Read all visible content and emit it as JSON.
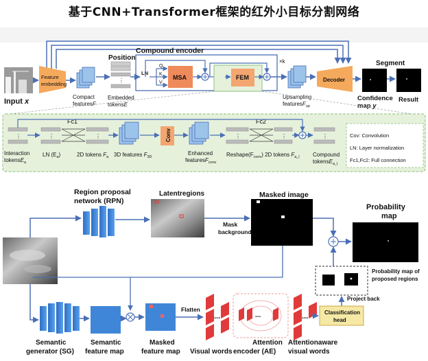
{
  "title": "基于CNN+Transformer框架的红外小目标分割网络",
  "top": {
    "input_label": "Input",
    "input_var": "x",
    "feature_embedding": [
      "Feature",
      "embedding"
    ],
    "compact_features": [
      "Compact",
      "features"
    ],
    "compact_var": "F",
    "position": "Position",
    "embedded_tokens": [
      "Embedded",
      "tokens"
    ],
    "embedded_var": "E",
    "compound_encoder": "Compound encoder",
    "ln1": "LN",
    "ln2": "LN",
    "qkv": [
      "Q",
      "K",
      "V"
    ],
    "msa": "MSA",
    "fem": "FEM",
    "xk": "×k",
    "upsampling": [
      "Upsampling",
      "features"
    ],
    "upsampling_var": "F",
    "upsampling_sub": "up",
    "decoder": "Decoder",
    "segment": "Segment",
    "confidence": [
      "Confidence",
      "map"
    ],
    "confidence_var": "y",
    "result": "Result"
  },
  "fem": {
    "interaction": [
      "Interaction",
      "tokens"
    ],
    "interaction_var": "E",
    "interaction_sub": "a",
    "fc1": "Fc1",
    "fc2": "Fc2",
    "ln": "LN (E",
    "ln_sub": "a",
    "ln_end": ")",
    "tokens2d": "2D tokens",
    "tokens2d_var": "F",
    "tokens2d_sub": "a",
    "features3d": "3D features",
    "features3d_var": "F",
    "features3d_sub": "3D",
    "conv": "Conv",
    "enhanced": [
      "Enhanced",
      "features"
    ],
    "enhanced_var": "F",
    "enhanced_sub": "conv",
    "reshape": "Reshape(F",
    "reshape_sub": "conv",
    "reshape_end": ") 2D tokens",
    "reshape_var": "F",
    "reshape_sub2": "a_l",
    "compound": [
      "Compound",
      "tokens"
    ],
    "compound_var": "E",
    "compound_sub": "a_l",
    "legend": [
      "Cov: Convolution",
      "LN: Layer normalization",
      "Fc1,Fc2: Full connection"
    ]
  },
  "bottom": {
    "rpn": [
      "Region proposal",
      "network (RPN)"
    ],
    "latent": "Latentregions",
    "masked_image": "Masked image",
    "mask_bg": [
      "Mask",
      "background"
    ],
    "prob_map": [
      "Probability",
      "map"
    ],
    "prob_regions": [
      "Probability map of",
      "proposed regions"
    ],
    "project_back": "Project back",
    "classification": [
      "Classification",
      "head"
    ],
    "semantic_gen": [
      "Semantic",
      "generator (SG)"
    ],
    "semantic_map": [
      "Semantic",
      "feature map"
    ],
    "masked_map": [
      "Masked",
      "feature map"
    ],
    "flatten": "Flatten",
    "visual_words": "Visual words",
    "attention_enc": [
      "Attention",
      "encoder (AE)"
    ],
    "attention_aware": [
      "Attentionaware",
      "visual words"
    ],
    "dots": "..."
  },
  "colors": {
    "arrow": "#4a6fb5",
    "feature_embedding": "#f5a95c",
    "msa": "#ef8a5a",
    "fem_box": "#f3a66f",
    "blue_block": "#3f86d8",
    "red_word": "#e03a3a",
    "green_panel": "#e6f1dc",
    "class_head": "#f6e9a6"
  }
}
